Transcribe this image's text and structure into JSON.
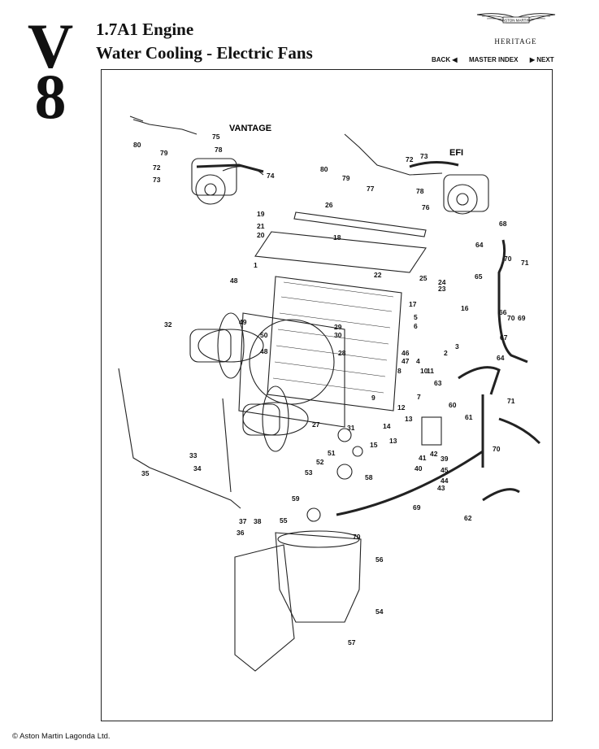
{
  "header": {
    "series_top": "V",
    "series_bottom": "8",
    "title_line1": "1.7A1 Engine",
    "title_line2": "Water Cooling - Electric Fans"
  },
  "brand": {
    "heritage": "HERITAGE",
    "logo_text": "ASTON MARTIN"
  },
  "nav": {
    "back": "BACK",
    "master_index": "MASTER INDEX",
    "next": "NEXT"
  },
  "diagram": {
    "labels": {
      "vantage": "VANTAGE",
      "efi": "EFI"
    },
    "callouts": [
      "80",
      "79",
      "75",
      "78",
      "72",
      "73",
      "74",
      "80",
      "79",
      "77",
      "72",
      "73",
      "78",
      "76",
      "26",
      "19",
      "21",
      "20",
      "18",
      "68",
      "64",
      "1",
      "22",
      "25",
      "24",
      "23",
      "48",
      "70",
      "71",
      "65",
      "17",
      "5",
      "6",
      "16",
      "66",
      "70",
      "69",
      "32",
      "49",
      "50",
      "29",
      "30",
      "48",
      "28",
      "67",
      "3",
      "2",
      "64",
      "46",
      "47",
      "4",
      "8",
      "10",
      "11",
      "63",
      "60",
      "12",
      "71",
      "9",
      "7",
      "13",
      "14",
      "61",
      "27",
      "31",
      "15",
      "13",
      "70",
      "42",
      "39",
      "51",
      "52",
      "53",
      "58",
      "41",
      "40",
      "45",
      "44",
      "43",
      "33",
      "34",
      "35",
      "59",
      "55",
      "69",
      "62",
      "37",
      "38",
      "36",
      "70",
      "56",
      "54",
      "57"
    ]
  },
  "footer": {
    "copyright": "© Aston Martin Lagonda Ltd."
  }
}
